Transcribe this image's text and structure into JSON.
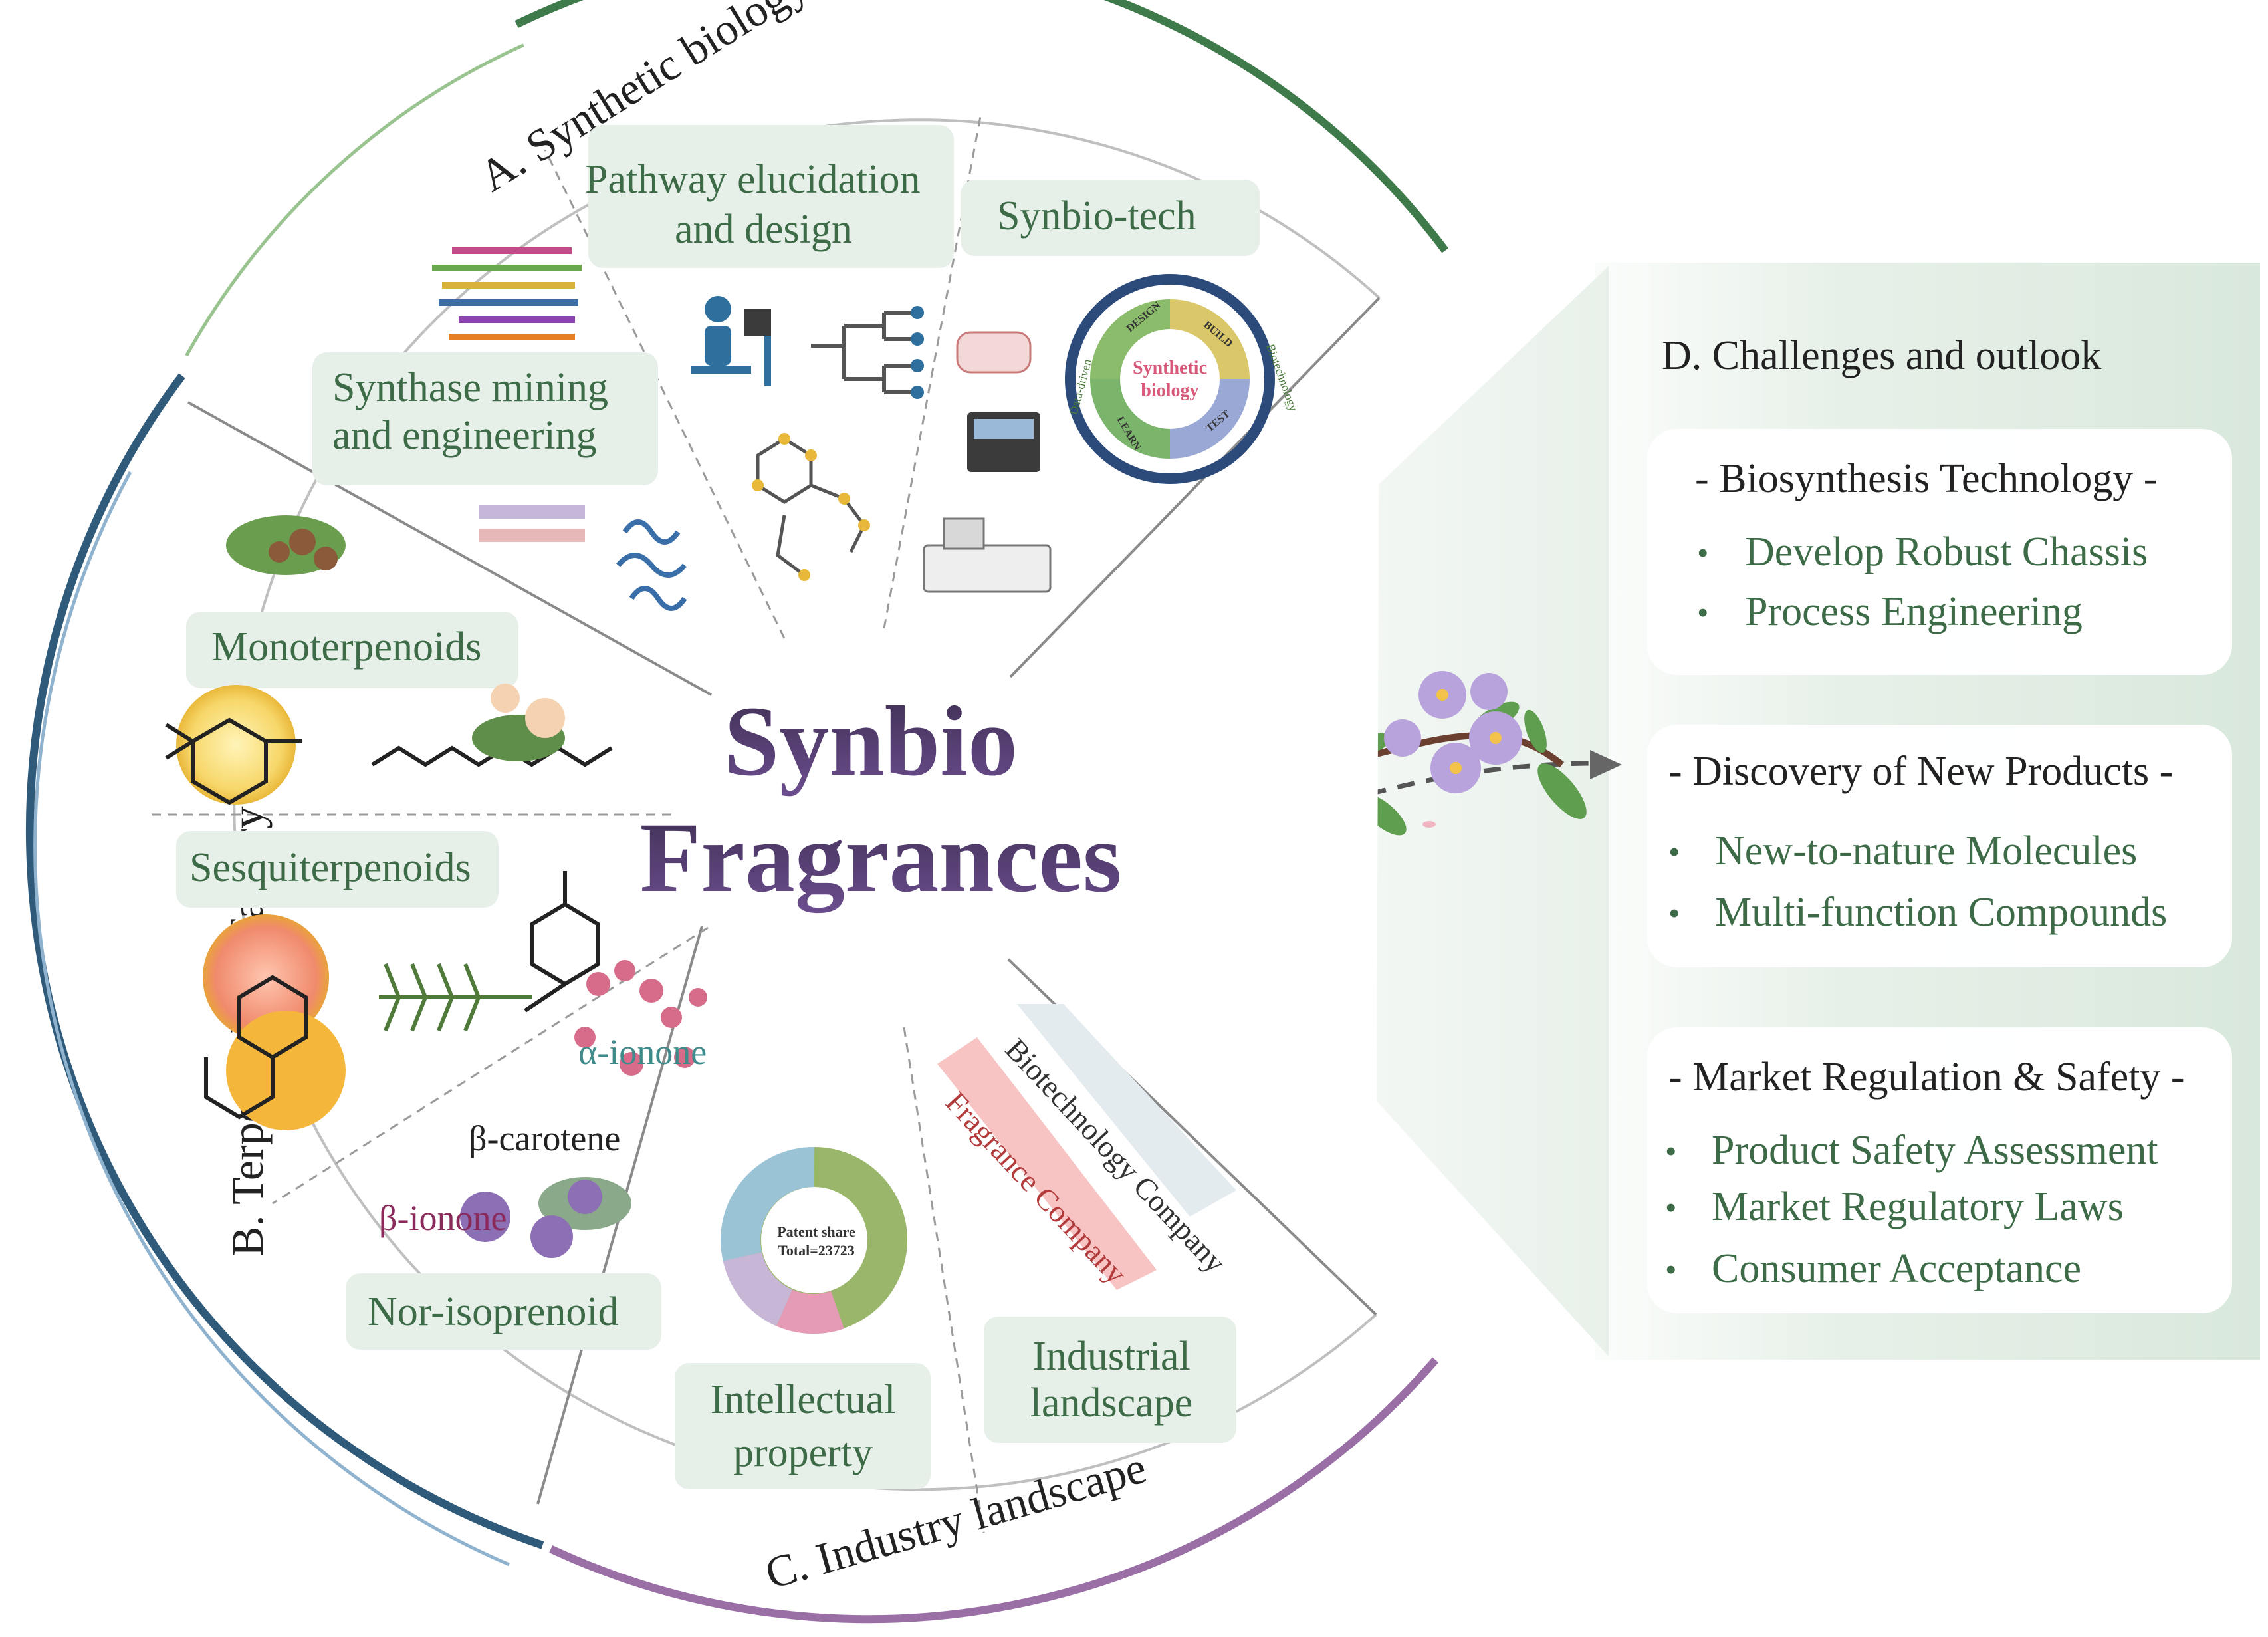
{
  "ring_titles": {
    "a": "A. Synthetic biology×Terpenoid fragrances",
    "b": "B. Terpenoid cell factory",
    "c": "C. Industry landscape"
  },
  "center": {
    "line1": "Synbio",
    "line2": "Fragrances"
  },
  "section_a": {
    "synthase": [
      "Synthase mining",
      "and engineering"
    ],
    "pathway": [
      "Pathway elucidation",
      "and design"
    ],
    "synbio_tech": "Synbio-tech",
    "cycle": {
      "center": [
        "Synthetic",
        "biology"
      ],
      "design": "DESIGN",
      "build": "BUILD",
      "test": "TEST",
      "learn": "LEARN",
      "data_driven": "Data-driven",
      "biotechnology": "Biotechnology"
    }
  },
  "section_b": {
    "monoterpenoids": "Monoterpenoids",
    "sesquiterpenoids": "Sesquiterpenoids",
    "nor_isoprenoid": "Nor-isoprenoid",
    "alpha_ionone": "α-ionone",
    "beta_carotene": "β-carotene",
    "beta_ionone": "β-ionone"
  },
  "section_c": {
    "intellectual_property": [
      "Intellectual",
      "property"
    ],
    "industrial_landscape": [
      "Industrial",
      "landscape"
    ],
    "donut_label": [
      "Patent share",
      "Total=23723"
    ],
    "biotech_company": "Biotechnology Company",
    "fragrance_company": "Fragrance Company"
  },
  "section_d": {
    "title": "D. Challenges and outlook",
    "groups": [
      {
        "heading": "-  Biosynthesis Technology  -",
        "items": [
          "Develop Robust Chassis",
          "Process Engineering"
        ]
      },
      {
        "heading": "- Discovery of New Products -",
        "items": [
          "New-to-nature Molecules",
          "Multi-function Compounds"
        ]
      },
      {
        "heading": "- Market Regulation & Safety -",
        "items": [
          "Product Safety Assessment",
          "Market Regulatory Laws",
          "Consumer Acceptance"
        ]
      }
    ],
    "bullet": "•"
  },
  "colors": {
    "ring_a": "#3f7a4a",
    "ring_b": "#2f5a7a",
    "ring_c": "#9a6fa6",
    "label_fill": "#3d6b47",
    "label_bg": "#e6efe8",
    "center_purple": "#6a4c8c",
    "center_dark": "#4a3a5a"
  }
}
